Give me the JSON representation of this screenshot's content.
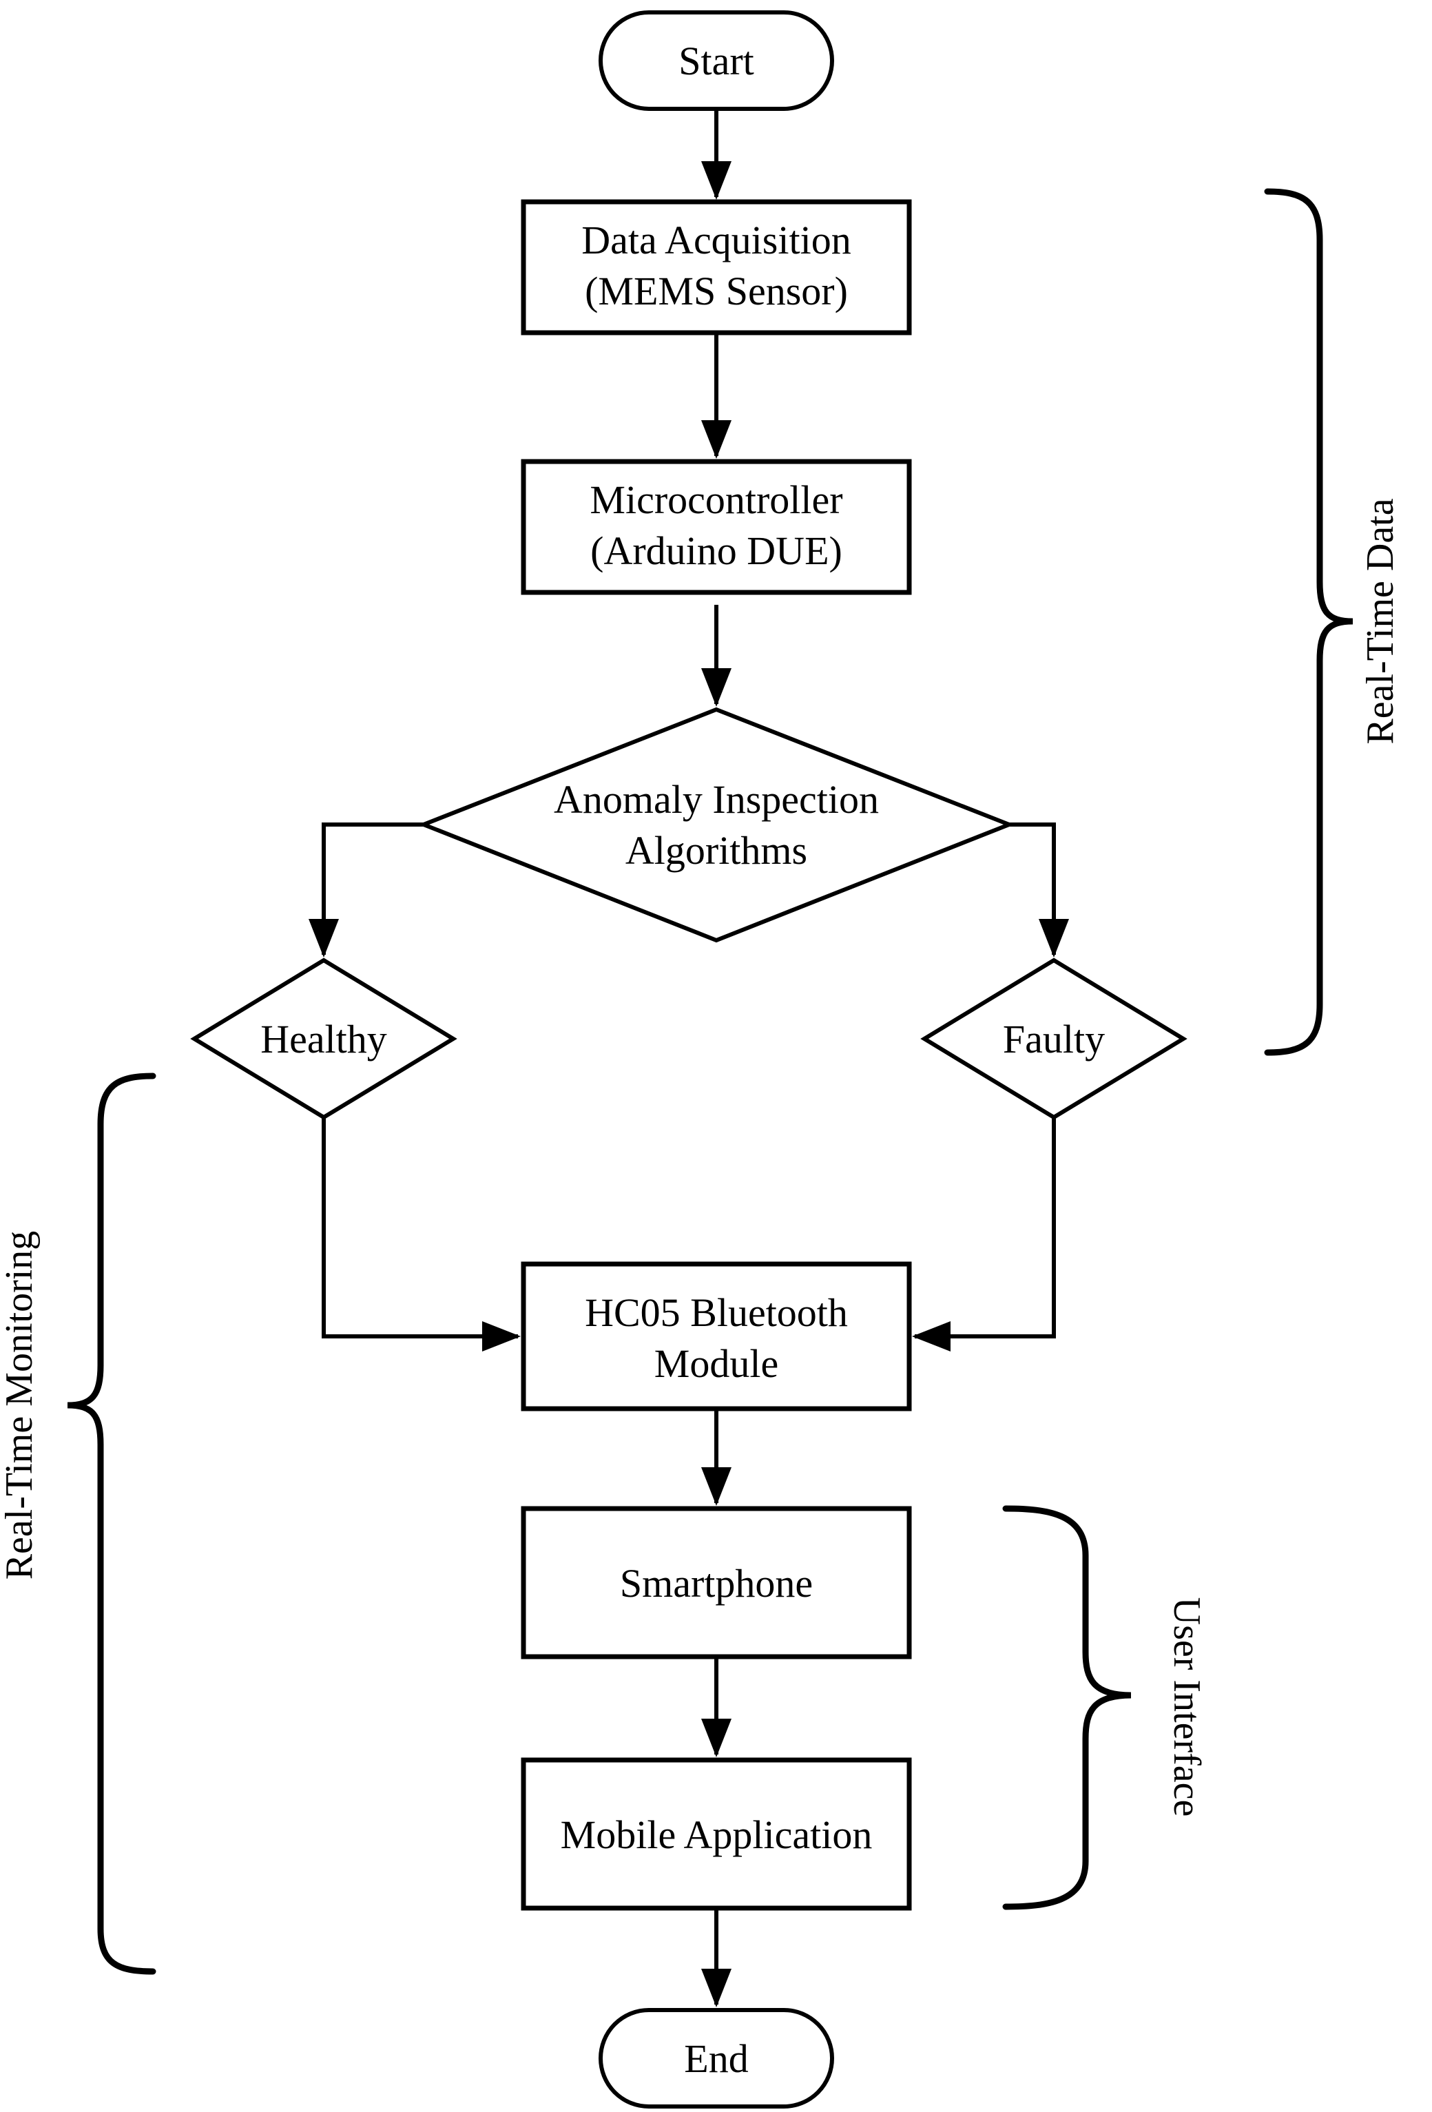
{
  "nodes": {
    "start": {
      "label": "Start"
    },
    "data_acquisition": {
      "line1": "Data Acquisition",
      "line2": "(MEMS Sensor)"
    },
    "microcontroller": {
      "line1": "Microcontroller",
      "line2": "(Arduino DUE)"
    },
    "anomaly_inspection": {
      "line1": "Anomaly Inspection",
      "line2": "Algorithms"
    },
    "healthy": {
      "label": "Healthy"
    },
    "faulty": {
      "label": "Faulty"
    },
    "hc05": {
      "line1": "HC05 Bluetooth",
      "line2": "Module"
    },
    "smartphone": {
      "label": "Smartphone"
    },
    "mobile_application": {
      "label": "Mobile Application"
    },
    "end": {
      "label": "End"
    }
  },
  "annotations": {
    "real_time_data": {
      "label": "Real-Time Data"
    },
    "real_time_monitoring": {
      "label": "Real-Time Monitoring"
    },
    "user_interface": {
      "label": "User Interface"
    }
  },
  "colors": {
    "line": "#000000",
    "background": "#ffffff"
  }
}
